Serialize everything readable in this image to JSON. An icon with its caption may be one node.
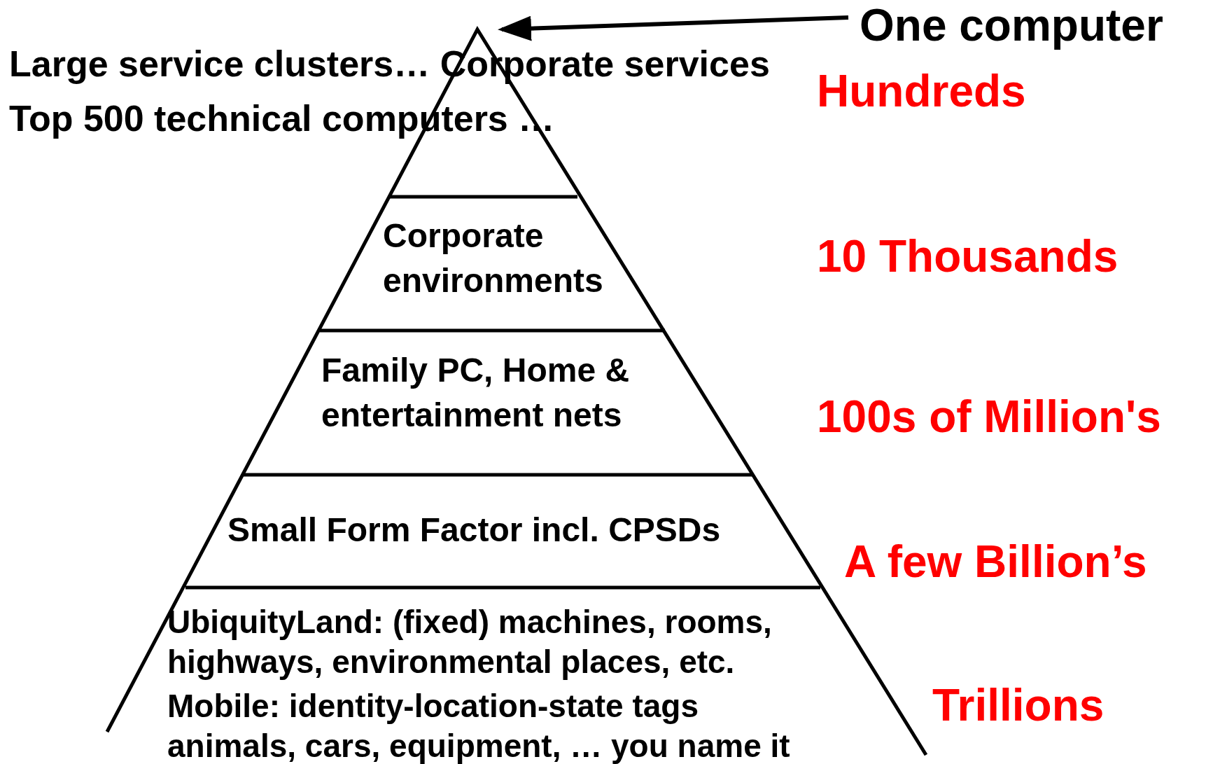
{
  "diagram": {
    "nodes": [
      {
        "text": [
          "Large service clusters… Corporate services",
          "Top 500 technical computers …"
        ]
      },
      {
        "text": [
          "Corporate environments"
        ]
      },
      {
        "text": [
          "Family PC, Home & entertainment nets"
        ]
      },
      {
        "text": [
          "Small Form Factor incl. CPSDs"
        ]
      },
      {
        "text": [
          "UbiquityLand: (fixed) machines, rooms, highways, environmental places, etc.",
          "Mobile: identity-location-state tags animals, cars, equipment, … you name it"
        ]
      },
      {
        "text": [
          "One computer"
        ]
      }
    ],
    "edges": [
      {
        "from": 5,
        "to": 0,
        "arrow": "to"
      }
    ],
    "labels": [
      "Hundreds",
      "10 Thousands",
      "100s of Million's",
      "A few Billion’s",
      "Trillions"
    ]
  }
}
